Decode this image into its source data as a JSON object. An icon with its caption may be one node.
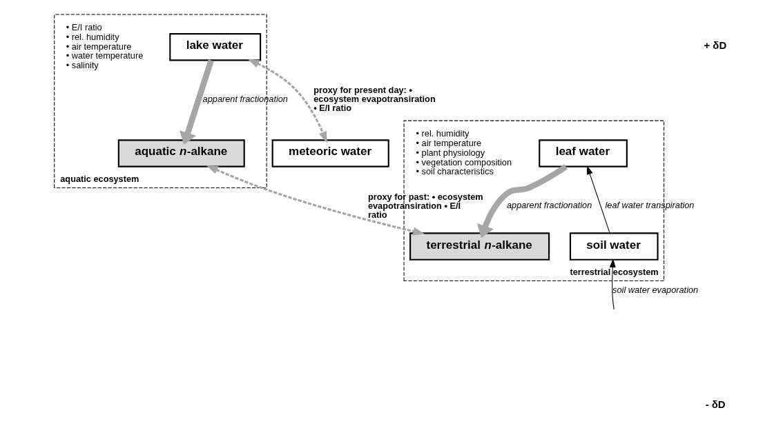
{
  "diagram": {
    "nodes": [
      {
        "text": [
          "aquatic ecosystem"
        ]
      },
      {
        "text": [
          "lake water"
        ],
        "in": 0
      },
      {
        "text": [
          "aquatic *n*-alkane"
        ],
        "in": 0
      },
      {
        "text": [
          "terrestrial ecosystem"
        ]
      },
      {
        "text": [
          "leaf water"
        ],
        "in": 3
      },
      {
        "text": [
          "soil water"
        ],
        "in": 3
      },
      {
        "text": [
          "meteoric water"
        ]
      },
      {
        "text": [
          "terrestrial *n*-alkane"
        ],
        "in": 3
      }
    ],
    "edges": [
      {
        "from": 1,
        "to": 2,
        "arrow": "to",
        "label": "apparent fractionation",
        "style": "thick",
        "color": "#a6a6a6"
      },
      {
        "from": 1,
        "to": 6,
        "arrow": "both",
        "label": "proxy for present day: • ecosystem evapotransiration • E/I ratio",
        "style": "dashed",
        "color": "#a6a6a6"
      },
      {
        "from": 5,
        "to": 4,
        "arrow": "to",
        "label": "leaf water transpiration",
        "color": "#000000"
      },
      {
        "from": null,
        "to": 5,
        "arrow": "to",
        "label": "soil water evaporation",
        "color": "#000000"
      },
      {
        "from": 4,
        "to": 7,
        "arrow": "to",
        "label": "apparent fractionation",
        "style": "thick",
        "color": "#a6a6a6"
      },
      {
        "from": 2,
        "to": 7,
        "arrow": "both",
        "label": "proxy for past: • ecosystem evapotransiration • E/I ratio",
        "style": "dashed",
        "color": "#a6a6a6"
      }
    ],
    "labels": [
      "• E/I ratio",
      "• rel. humidity",
      "• air temperature",
      "• water temperature",
      "• salinity",
      "• rel. humidity",
      "• air temperature",
      "• plant physiology",
      "• vegetation composition",
      "• soil characteristics",
      "+ δD",
      "- δD"
    ]
  }
}
